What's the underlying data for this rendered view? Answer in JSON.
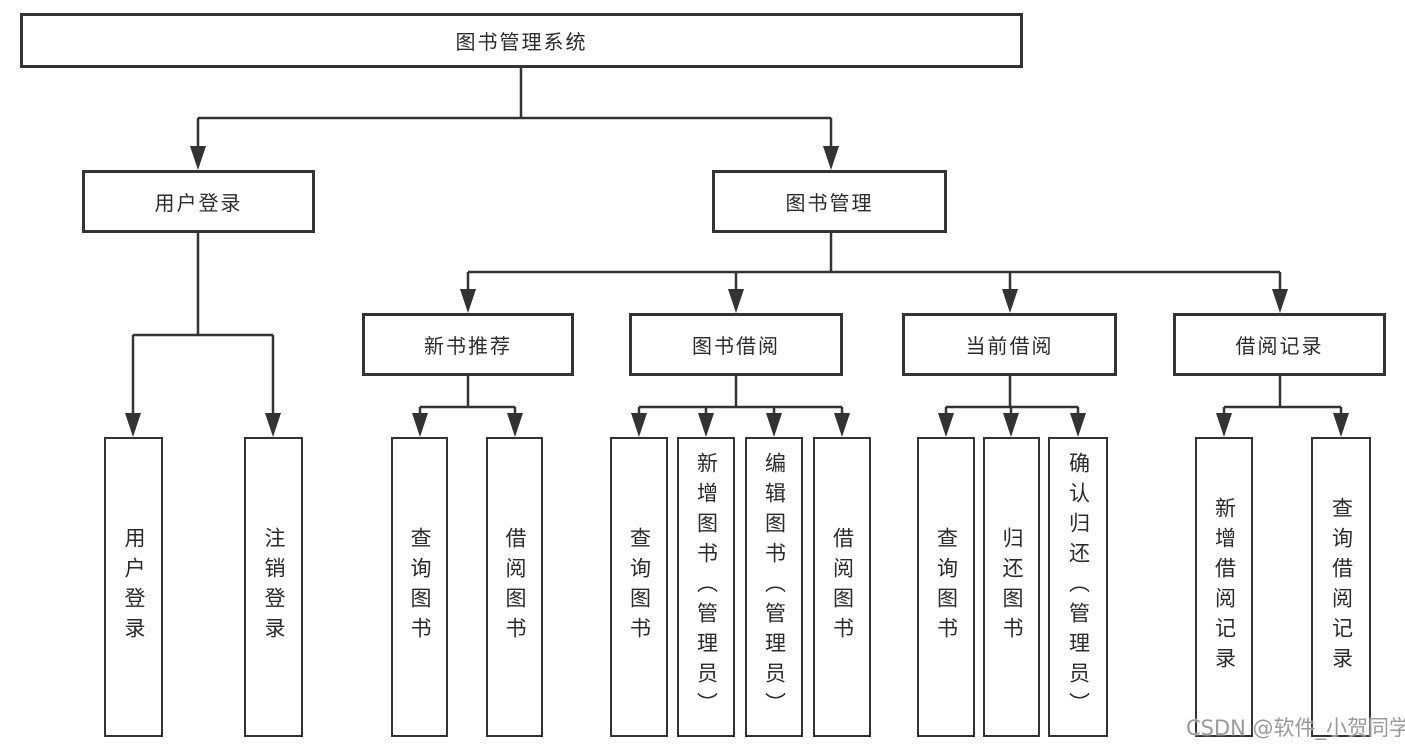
{
  "diagram_title": "图书管理系统",
  "nodes": {
    "root": "图书管理系统",
    "user_login": "用户登录",
    "book_management": "图书管理",
    "new_book_recommendation": "新书推荐",
    "book_borrowing": "图书借阅",
    "current_borrowing": "当前借阅",
    "borrowing_records": "借阅记录",
    "user_login_action": "用户登录",
    "logout_action": "注销登录",
    "nb_query_books": "查询图书",
    "nb_borrow_books": "借阅图书",
    "bb_query_books": "查询图书",
    "bb_add_books_admin": "新增图书（管理员）",
    "bb_edit_books_admin": "编辑图书（管理员）",
    "bb_borrow_books": "借阅图书",
    "cb_query_books": "查询图书",
    "cb_return_books": "归还图书",
    "cb_confirm_return_admin": "确认归还（管理员）",
    "br_add_record": "新增借阅记录",
    "br_query_record": "查询借阅记录"
  },
  "watermark": "CSDN @软件_小贺同学",
  "colors": {
    "line": "#333333",
    "box_border": "#333333",
    "box_fill": "#ffffff",
    "text": "#2b2b2b",
    "watermark": "#9a9a9a",
    "background": "#ffffff"
  }
}
